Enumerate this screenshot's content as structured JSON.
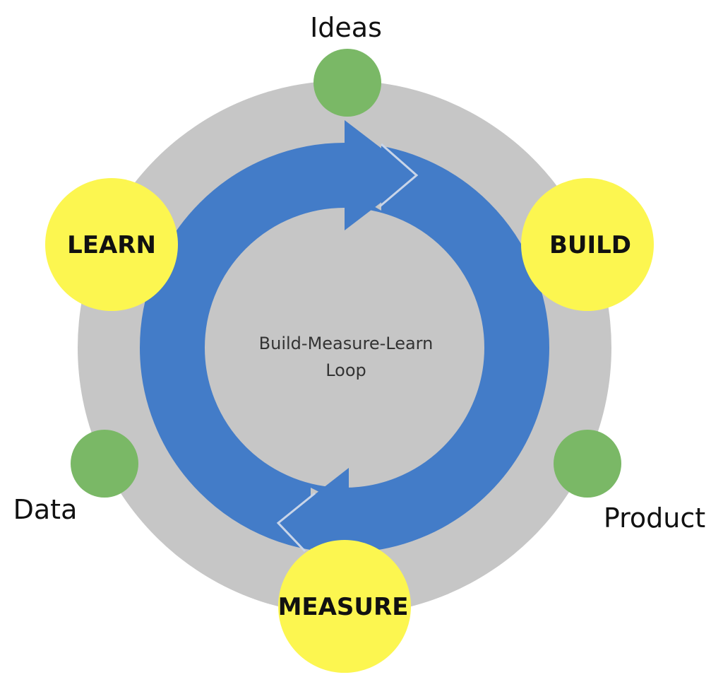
{
  "diagram": {
    "center": {
      "line1": "Build-Measure-Learn",
      "line2": "Loop"
    },
    "stages": {
      "build": "BUILD",
      "measure": "MEASURE",
      "learn": "LEARN"
    },
    "artifacts": {
      "ideas": "Ideas",
      "product": "Product",
      "data": "Data"
    }
  },
  "colors": {
    "background_disc": "#c6c6c6",
    "loop_arrow": "#437cc8",
    "stage_circle": "#fcf650",
    "artifact_circle": "#7ab866",
    "text": "#111111"
  }
}
